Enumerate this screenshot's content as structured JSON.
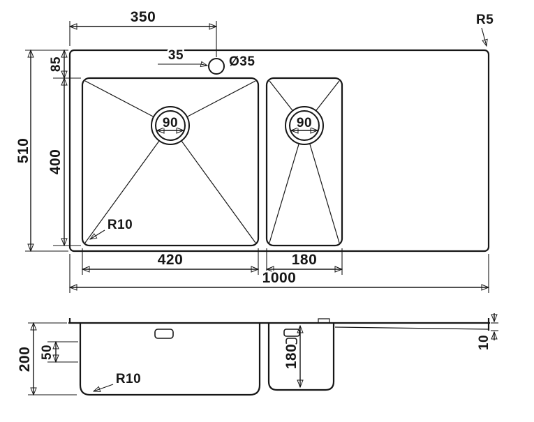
{
  "drawing": {
    "background": "#ffffff",
    "line_color": "#161616",
    "top_view": {
      "faucet_offset": "350",
      "faucet_setback": "35",
      "faucet_hole_diameter": "Ø35",
      "outer_corner_radius": "R5",
      "rim_to_bowl": "85",
      "overall_depth": "510",
      "bowl_length": "400",
      "main_drain_diameter": "90",
      "second_drain_diameter": "90",
      "bowl_corner_radius": "R10",
      "main_bowl_width": "420",
      "second_bowl_width": "180",
      "overall_width": "1000"
    },
    "side_view": {
      "overall_height": "200",
      "rim_offset": "50",
      "second_bowl_depth": "180",
      "edge_thickness": "10",
      "bottom_corner_radius": "R10"
    }
  }
}
